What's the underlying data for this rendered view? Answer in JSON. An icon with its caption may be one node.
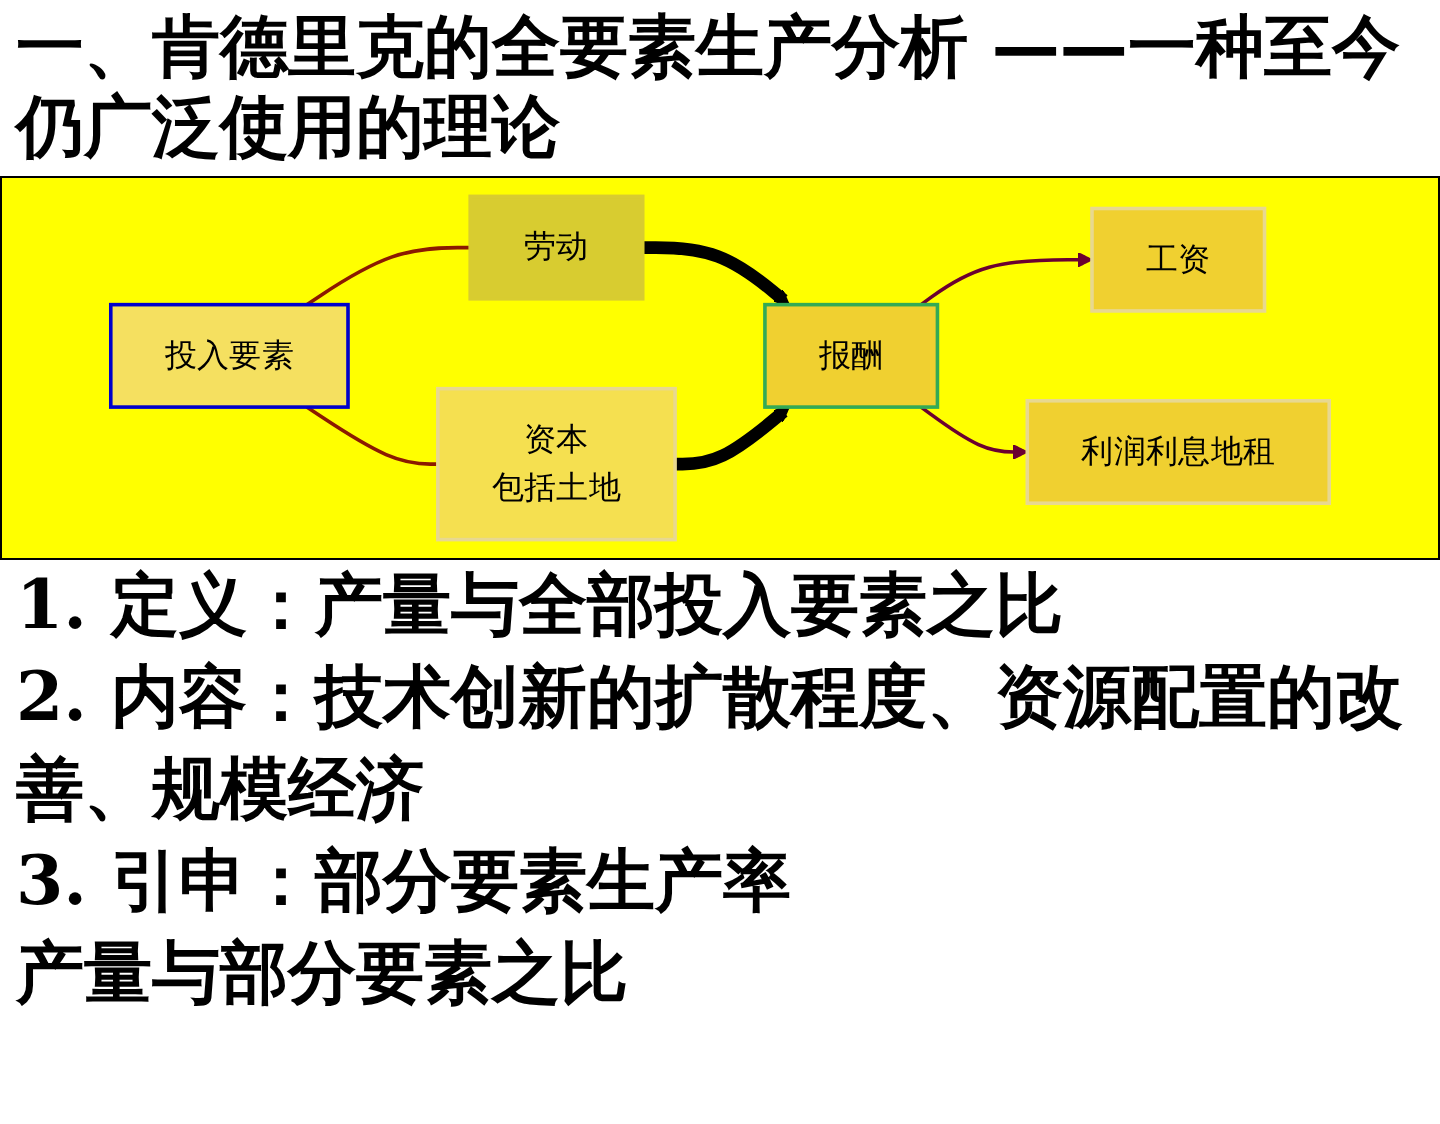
{
  "diagram": {
    "title": "一、肯德里克的全要素生产分析 ——一种至今仍广泛使用的理论",
    "nodes": [
      {
        "text": [
          "投入要素"
        ]
      },
      {
        "text": [
          "劳动"
        ]
      },
      {
        "text": [
          "资本",
          "包括土地"
        ]
      },
      {
        "text": [
          "报酬"
        ]
      },
      {
        "text": [
          "工资"
        ]
      },
      {
        "text": [
          "利润利息地租"
        ]
      }
    ],
    "edges": [
      {
        "from": 0,
        "to": 1,
        "arrow": "none",
        "color": "#8b1a00"
      },
      {
        "from": 0,
        "to": 2,
        "arrow": "none",
        "color": "#8b1a00"
      },
      {
        "from": 1,
        "to": 3,
        "arrow": "to",
        "style": "thick",
        "color": "#000000"
      },
      {
        "from": 2,
        "to": 3,
        "arrow": "to",
        "style": "thick",
        "color": "#000000"
      },
      {
        "from": 3,
        "to": 4,
        "arrow": "to",
        "color": "#6b0030"
      },
      {
        "from": 3,
        "to": 5,
        "arrow": "to",
        "color": "#6b0030"
      }
    ],
    "labels": [
      "1. 定义：产量与全部投入要素之比",
      "2. 内容：技术创新的扩散程度、资源配置的改善、规模经济",
      "3. 引申：部分要素生产率",
      "产量与部分要素之比"
    ]
  }
}
